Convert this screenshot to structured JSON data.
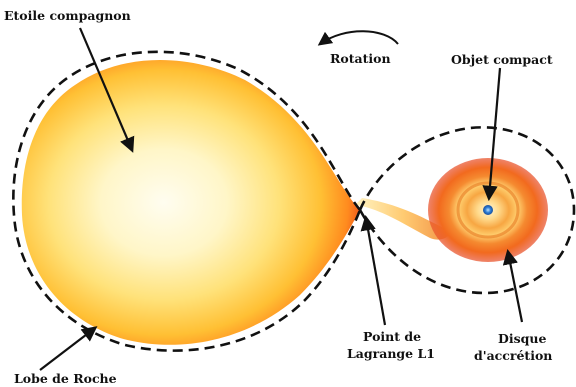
{
  "labels": {
    "companion_star": "Etoile compagnon",
    "rotation": "Rotation",
    "compact_object": "Objet compact",
    "lagrange_line1": "Point de",
    "lagrange_line2": "Lagrange L1",
    "disk_line1": "Disque",
    "disk_line2": "d'accrétion",
    "roche_lobe": "Lobe de Roche"
  },
  "colors": {
    "star_core": "#fffbe6",
    "star_mid": "#ffd44a",
    "star_edge": "#e8401a",
    "disk_outer": "#f26a1e",
    "compact_object": "#2a7bd4",
    "roche_outline": "#111111"
  }
}
